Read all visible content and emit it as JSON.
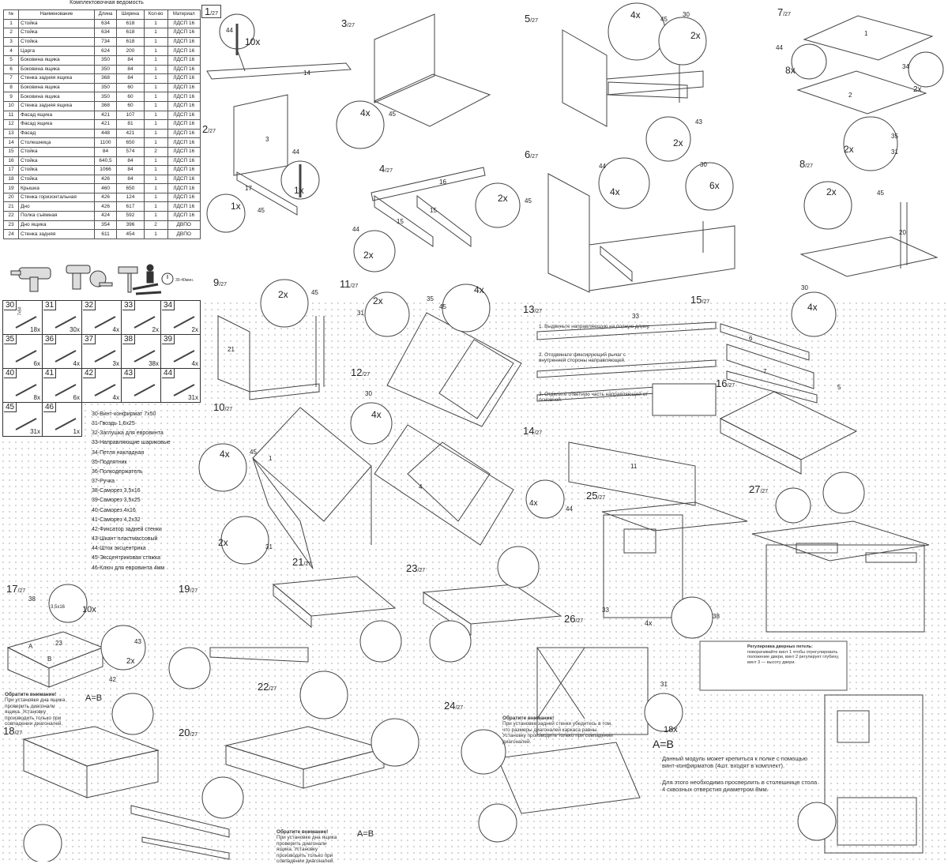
{
  "table": {
    "caption": "Комплектовочная ведомость",
    "headers": [
      "№",
      "Наименование",
      "Длина",
      "Ширина",
      "Кол-во",
      "Материал"
    ],
    "rows": [
      [
        "1",
        "Стойка",
        "634",
        "618",
        "1",
        "ЛДСП 16"
      ],
      [
        "2",
        "Стойка",
        "634",
        "618",
        "1",
        "ЛДСП 16"
      ],
      [
        "3",
        "Стойка",
        "734",
        "618",
        "1",
        "ЛДСП 16"
      ],
      [
        "4",
        "Царга",
        "624",
        "200",
        "1",
        "ЛДСП 16"
      ],
      [
        "5",
        "Боковина ящика",
        "350",
        "84",
        "1",
        "ЛДСП 16"
      ],
      [
        "6",
        "Боковина ящика",
        "350",
        "84",
        "1",
        "ЛДСП 16"
      ],
      [
        "7",
        "Стенка задняя ящика",
        "368",
        "84",
        "1",
        "ЛДСП 16"
      ],
      [
        "8",
        "Боковина ящика",
        "350",
        "60",
        "1",
        "ЛДСП 16"
      ],
      [
        "9",
        "Боковина ящика",
        "350",
        "60",
        "1",
        "ЛДСП 16"
      ],
      [
        "10",
        "Стенка задняя ящика",
        "368",
        "60",
        "1",
        "ЛДСП 16"
      ],
      [
        "11",
        "Фасад ящика",
        "421",
        "107",
        "1",
        "ЛДСП 16"
      ],
      [
        "12",
        "Фасад ящика",
        "421",
        "81",
        "1",
        "ЛДСП 16"
      ],
      [
        "13",
        "Фасад",
        "448",
        "421",
        "1",
        "ЛДСП 16"
      ],
      [
        "14",
        "Столешница",
        "1100",
        "650",
        "1",
        "ЛДСП 16"
      ],
      [
        "15",
        "Стойка",
        "84",
        "574",
        "2",
        "ЛДСП 16"
      ],
      [
        "16",
        "Стойка",
        "640,5",
        "84",
        "1",
        "ЛДСП 16"
      ],
      [
        "17",
        "Стойка",
        "1066",
        "84",
        "1",
        "ЛДСП 16"
      ],
      [
        "18",
        "Стойка",
        "426",
        "84",
        "1",
        "ЛДСП 16"
      ],
      [
        "19",
        "Крышка",
        "460",
        "650",
        "1",
        "ЛДСП 16"
      ],
      [
        "20",
        "Стенка горизонтальная",
        "426",
        "124",
        "1",
        "ЛДСП 16"
      ],
      [
        "21",
        "Дно",
        "426",
        "617",
        "1",
        "ЛДСП 16"
      ],
      [
        "22",
        "Полка съёмная",
        "424",
        "592",
        "1",
        "ЛДСП 16"
      ],
      [
        "23",
        "Дно ящика",
        "354",
        "396",
        "2",
        "ДВПО"
      ],
      [
        "24",
        "Стенка задняя",
        "611",
        "454",
        "1",
        "ДВПО"
      ]
    ]
  },
  "tools_time": "30-40мин.",
  "hardware": [
    {
      "num": "30",
      "qty": "18x",
      "dim": "7x50"
    },
    {
      "num": "31",
      "qty": "30x",
      "dim": ""
    },
    {
      "num": "32",
      "qty": "4x",
      "dim": ""
    },
    {
      "num": "33",
      "qty": "2x",
      "dim": ""
    },
    {
      "num": "34",
      "qty": "2x",
      "dim": ""
    },
    {
      "num": "35",
      "qty": "6x",
      "dim": ""
    },
    {
      "num": "36",
      "qty": "4x",
      "dim": ""
    },
    {
      "num": "37",
      "qty": "3x",
      "dim": ""
    },
    {
      "num": "38",
      "qty": "38x",
      "dim": ""
    },
    {
      "num": "39",
      "qty": "4x",
      "dim": ""
    },
    {
      "num": "40",
      "qty": "8x",
      "dim": ""
    },
    {
      "num": "41",
      "qty": "6x",
      "dim": ""
    },
    {
      "num": "42",
      "qty": "4x",
      "dim": ""
    },
    {
      "num": "43",
      "qty": "",
      "dim": ""
    },
    {
      "num": "44",
      "qty": "31x",
      "dim": ""
    },
    {
      "num": "45",
      "qty": "31x",
      "dim": ""
    },
    {
      "num": "46",
      "qty": "1x",
      "dim": ""
    }
  ],
  "legend": [
    "30-Винт-конфирмат 7x50",
    "31-Гвоздь 1,6х25",
    "32-Заглушка для евровинта",
    "33-Направляющие шариковые",
    "34-Петля накладная",
    "35-Подпятник",
    "36-Полкодержатель",
    "37-Ручка",
    "38-Саморез 3,5х16",
    "39-Саморез 3,5х25",
    "40-Саморез 4х16",
    "41-Саморез 4,2х32",
    "42-Фиксатор задней стенки",
    "43-Шкант пластмассовый",
    "44-Шток эксцентрика",
    "45-Эксцентриковая стяжка",
    "46-Ключ для евровинта 4мм"
  ],
  "steps": [
    {
      "n": "1",
      "of": "/27"
    },
    {
      "n": "2",
      "of": "/27"
    },
    {
      "n": "3",
      "of": "/27"
    },
    {
      "n": "4",
      "of": "/27"
    },
    {
      "n": "5",
      "of": "/27"
    },
    {
      "n": "6",
      "of": "/27"
    },
    {
      "n": "7",
      "of": "/27"
    },
    {
      "n": "8",
      "of": "/27"
    },
    {
      "n": "9",
      "of": "/27"
    },
    {
      "n": "10",
      "of": "/27"
    },
    {
      "n": "11",
      "of": "/27"
    },
    {
      "n": "12",
      "of": "/27"
    },
    {
      "n": "13",
      "of": "/27"
    },
    {
      "n": "14",
      "of": "/27"
    },
    {
      "n": "15",
      "of": "/27"
    },
    {
      "n": "16",
      "of": "/27"
    },
    {
      "n": "17",
      "of": "/27"
    },
    {
      "n": "18",
      "of": "/27"
    },
    {
      "n": "19",
      "of": "/27"
    },
    {
      "n": "20",
      "of": "/27"
    },
    {
      "n": "21",
      "of": "/27"
    },
    {
      "n": "22",
      "of": "/27"
    },
    {
      "n": "23",
      "of": "/27"
    },
    {
      "n": "24",
      "of": "/27"
    },
    {
      "n": "25",
      "of": "/27"
    },
    {
      "n": "26",
      "of": "/27"
    },
    {
      "n": "27",
      "of": "/27"
    }
  ],
  "callouts": {
    "s1_qty": "10x",
    "s1_a": "44",
    "s1_b": "14",
    "s2_a": "3",
    "s2_b": "44",
    "s2_c": "1x",
    "s2_d": "17",
    "s2_e": "1x",
    "s2_f": "45",
    "s3_qty": "4x",
    "s3_a": "45",
    "s4_a": "16",
    "s4_b": "15",
    "s4_c": "15",
    "s4_d": "2x",
    "s4_e": "45",
    "s4_f": "44",
    "s4_g": "2x",
    "s5_a": "4x",
    "s5_b": "45",
    "s5_c": "30",
    "s5_d": "2x",
    "s5_e": "43",
    "s5_f": "2x",
    "s6_a": "44",
    "s6_b": "4x",
    "s6_c": "30",
    "s6_d": "6x",
    "s7_a": "44",
    "s7_b": "8x",
    "s7_c": "1",
    "s7_d": "2",
    "s7_e": "34",
    "s7_f": "2x",
    "s8_a": "2x",
    "s8_b": "35",
    "s8_c": "31",
    "s8_d": "2x",
    "s8_e": "45",
    "s8_f": "20",
    "s9_a": "2x",
    "s9_b": "45",
    "s9_c": "21",
    "s11_a": "2x",
    "s11_b": "35",
    "s11_c": "31",
    "s11_d": "4x",
    "s11_e": "45",
    "s12_a": "30",
    "s12_b": "4x",
    "s10_a": "4x",
    "s10_b": "45",
    "s10_c": "1",
    "s10_d": "2x",
    "s10_e": "31",
    "s14_a": "11",
    "s14_b": "4x",
    "s14_c": "44",
    "s14_d": "4",
    "s15_a": "30",
    "s15_b": "4x",
    "s15_c": "6",
    "s15_d": "7",
    "s15_e": "5",
    "s16_qty": "33"
  },
  "step13_notes": [
    "1. Выдвиньте направляющую на полную длину.",
    "2. Отодвиньте фиксирующий рычаг с внутренней стороны направляющей.",
    "3. Отделите ответную часть направляющей от основной."
  ],
  "step17": {
    "a": "38",
    "qty": "10x",
    "dim": "3,5x16",
    "b": "23",
    "c": "A",
    "d": "B",
    "e": "43",
    "f": "2x",
    "g": "42"
  },
  "attention_title": "Обратите внимание!",
  "attention_text": "При установке дна ящика проверить диагонали ящика. Установку производить только при совпадении диагоналей.",
  "ab": "A=B",
  "step24_note_title": "Обратите внимание!",
  "step24_note_text": "При установке задней стенки убедитесь в том, что размеры диагоналей каркаса равны. Установку производить только при совпадении диагоналей.",
  "step27_note": "Данный модуль может крепиться к полке с помощью винт-конфирматов (4шт. входят в комплект).",
  "step27_note2": "Для этого необходимо просверлить в столешнице стола 4 сквозных отверстия диаметром 8мм.",
  "hinge_note_title": "Регулировка дверных петель:",
  "hinge_note_text": "поворачивайте винт 1 чтобы отрегулировать положение двери, винт 2 регулирует глубину, винт 3 — высоту двери.",
  "step26": {
    "a": "33",
    "b": "4x",
    "c": "38"
  },
  "step25": {
    "a": "31",
    "b": "18x"
  }
}
